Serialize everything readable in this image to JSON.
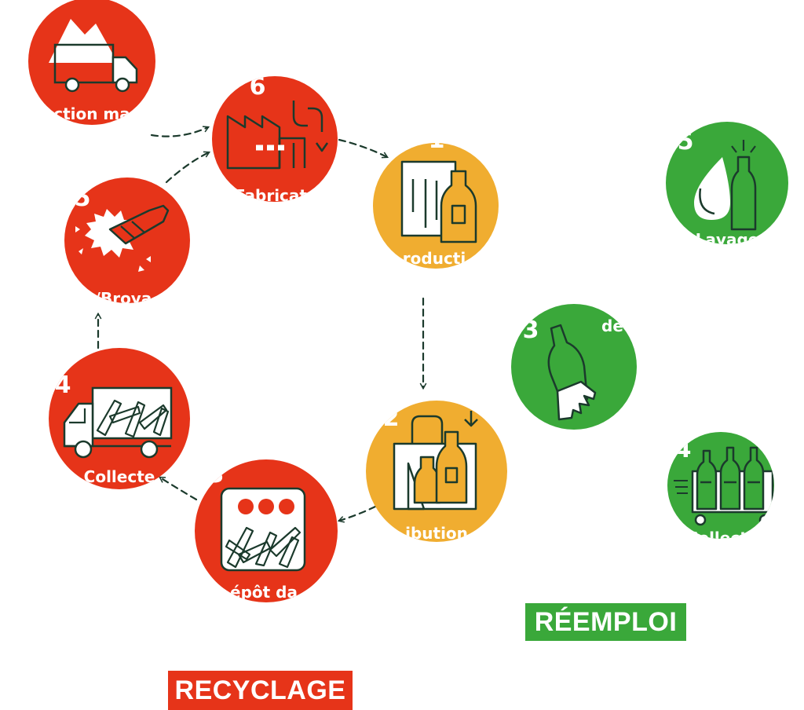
{
  "colors": {
    "red": "#e63419",
    "orange": "#f0ad30",
    "green": "#3aa83a",
    "ink": "#1b3a2c",
    "white": "#ffffff"
  },
  "recycle_loop": [
    {
      "id": "extraction",
      "number": "",
      "label": "ction ma",
      "color": "red",
      "icon": "truck-mountain-icon"
    },
    {
      "id": "fabrication",
      "number": "6",
      "label": "Fabricat",
      "color": "red",
      "icon": "factory-icon"
    },
    {
      "id": "production",
      "number": "1",
      "label": "roducti",
      "color": "orange",
      "icon": "production-bottle-icon"
    },
    {
      "id": "distribution",
      "number": "2",
      "label": "ibution",
      "color": "orange",
      "icon": "shopping-bag-icon"
    },
    {
      "id": "depot",
      "number": "3",
      "label": "épôt da",
      "color": "red",
      "icon": "bottle-bank-icon"
    },
    {
      "id": "collecte",
      "number": "4",
      "label": "Collecte",
      "color": "red",
      "icon": "collection-truck-icon"
    },
    {
      "id": "broyage",
      "number": "5",
      "label": "/Broya",
      "color": "red",
      "icon": "crushed-glass-icon"
    }
  ],
  "reuse_loop": [
    {
      "id": "lavage",
      "number": "5",
      "label": "Lavage",
      "color": "green",
      "icon": "washing-drop-icon"
    },
    {
      "id": "depot-reuse",
      "number": "3",
      "label": "dé",
      "color": "green",
      "icon": "hand-bottle-icon"
    },
    {
      "id": "collecte-reuse",
      "number": "4",
      "label": "Collecte",
      "color": "green",
      "icon": "bottle-crate-icon"
    }
  ],
  "tags": {
    "recycle": {
      "text": "RECYCLAGE",
      "color": "#e63419"
    },
    "reuse": {
      "text": "RÉEMPLOI",
      "color": "#3aa83a"
    }
  }
}
